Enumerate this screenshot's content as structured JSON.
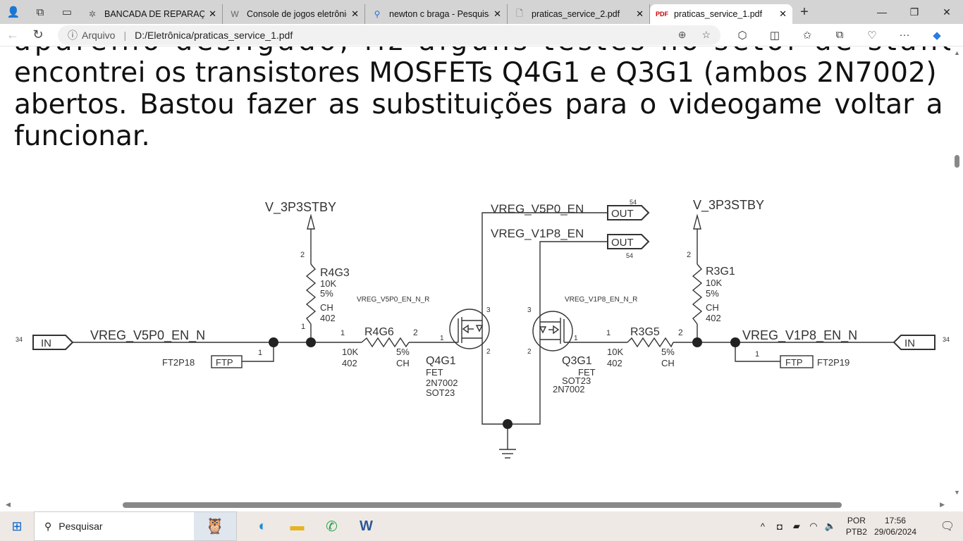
{
  "browser": {
    "tabs": [
      {
        "label": "BANCADA DE REPARAÇÃO",
        "icon": "joomla-icon"
      },
      {
        "label": "Console de jogos eletrônico",
        "icon": "wikipedia-icon"
      },
      {
        "label": "newton c braga - Pesquisar",
        "icon": "search-icon"
      },
      {
        "label": "praticas_service_2.pdf",
        "icon": "document-icon"
      },
      {
        "label": "praticas_service_1.pdf",
        "icon": "pdf-icon",
        "active": true
      }
    ],
    "address": {
      "scheme_label": "Arquivo",
      "url": "D:/Eletrônica/praticas_service_1.pdf"
    }
  },
  "document": {
    "lines": [
      "aparelho desligado, fiz alguns testes no setor de stand by e",
      "encontrei os transistores MOSFETs Q4G1 e Q3G1 (ambos 2N7002)",
      "abertos. Bastou fazer as substituições para o videogame voltar a",
      "funcionar."
    ]
  },
  "schematic": {
    "left_port": {
      "label": "IN",
      "pin": "34",
      "net": "VREG_V5P0_EN_N"
    },
    "right_port": {
      "label": "IN",
      "pin": "34",
      "net": "VREG_V1P8_EN_N"
    },
    "ftp_left": {
      "box": "FTP",
      "ref": "FT2P18",
      "pin": "1"
    },
    "ftp_right": {
      "box": "FTP",
      "ref": "FT2P19",
      "pin": "1"
    },
    "r4g3": {
      "ref": "R4G3",
      "val": "10K",
      "tol": "5%",
      "type": "CH",
      "size": "402",
      "pin_top": "2",
      "pin_bot": "1",
      "rail": "V_3P3STBY"
    },
    "r3g1": {
      "ref": "R3G1",
      "val": "10K",
      "tol": "5%",
      "type": "CH",
      "size": "402",
      "pin_top": "2",
      "rail": "V_3P3STBY"
    },
    "r4g6": {
      "ref": "R4G6",
      "val": "10K",
      "size": "402",
      "tol": "5%",
      "type": "CH",
      "pin1": "1",
      "pin2": "2"
    },
    "r3g5": {
      "ref": "R3G5",
      "val": "10K",
      "size": "402",
      "tol": "5%",
      "type": "CH",
      "pin1": "1",
      "pin2": "2"
    },
    "q4g1": {
      "ref": "Q4G1",
      "type": "FET",
      "part": "2N7002",
      "pkg": "SOT23",
      "net": "VREG_V5P0_EN_N_R",
      "g": "1",
      "d": "3",
      "s": "2"
    },
    "q3g1": {
      "ref": "Q3G1",
      "type": "FET",
      "part": "2N7002",
      "pkg": "SOT23",
      "net": "VREG_V1P8_EN_N_R",
      "g": "1",
      "d": "3",
      "s": "2"
    },
    "out1": {
      "label": "OUT",
      "pin": "54",
      "net": "VREG_V5P0_EN"
    },
    "out2": {
      "label": "OUT",
      "pin": "54",
      "net": "VREG_V1P8_EN"
    }
  },
  "taskbar": {
    "search_placeholder": "Pesquisar",
    "lang": "POR",
    "layout": "PTB2",
    "time": "17:56",
    "date": "29/06/2024"
  }
}
